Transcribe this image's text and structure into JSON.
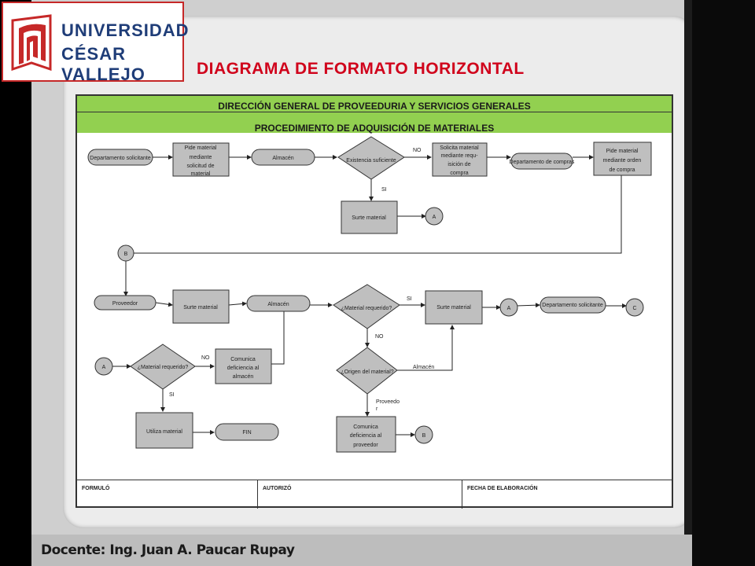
{
  "logo": {
    "line1": "UNIVERSIDAD",
    "line2": "CÉSAR VALLEJO"
  },
  "title": "DIAGRAMA DE FORMATO HORIZONTAL",
  "header": {
    "band1": "DIRECCIÓN GENERAL DE PROVEEDURIA Y SERVICIOS GENERALES",
    "band2": "PROCEDIMIENTO DE ADQUISICIÓN  DE MATERIALES"
  },
  "nodes": {
    "dept_solicitante_1": "Departamento  solicitante",
    "pide_material": [
      "Pide material",
      "mediante",
      "solicitud de",
      "material"
    ],
    "almacen_1": "Almacén",
    "existencia": "Existencia suficiente",
    "solicita_material": [
      "Solicita material",
      "mediante requ-",
      "isición de",
      "compra"
    ],
    "dept_compras": "Departamento   de compras",
    "pide_material_orden": [
      "Pide material",
      "mediante orden",
      "de compra"
    ],
    "surte_material_1": "Surte  material",
    "connector_a_1": "A",
    "connector_b_1": "B",
    "proveedor": "Proveedor",
    "surte_material_2": "Surte  material",
    "almacen_2": "Almacén",
    "material_requerido_1": "¿Material  requerido?",
    "surte_material_3": "Surte  material",
    "connector_a_2": "A",
    "dept_solicitante_2": "Departamento  solicitante",
    "connector_c": "C",
    "origen": "¿Origen del material?",
    "comunica_proveedor": [
      "Comunica",
      "deficiencia al",
      "proveedor"
    ],
    "connector_b_2": "B",
    "connector_a_3": "A",
    "material_requerido_2": "¿Material  requerido?",
    "comunica_almacen": [
      "Comunica",
      "deficiencia al",
      "almacén"
    ],
    "utiliza_material": "Utiliza material",
    "fin": "FIN"
  },
  "labels": {
    "no_1": "NO",
    "si_1": "SI",
    "si_2": "SI",
    "no_2": "NO",
    "almacen_label": "Almacén",
    "proveedor_label": [
      "Proveedo",
      "r"
    ],
    "no_3": "NO",
    "si_3": "SI"
  },
  "footer": {
    "formulo": "FORMULÓ",
    "autorizo": "AUTORIZÓ",
    "fecha": "FECHA DE ELABORACIÓN"
  },
  "teacher": "Docente: Ing. Juan A. Paucar Rupay",
  "colors": {
    "band": "#92d050",
    "title": "#d0021b",
    "logo_text": "#1f3d78",
    "logo_red": "#c62828",
    "shape_fill": "#bfbfbf"
  }
}
